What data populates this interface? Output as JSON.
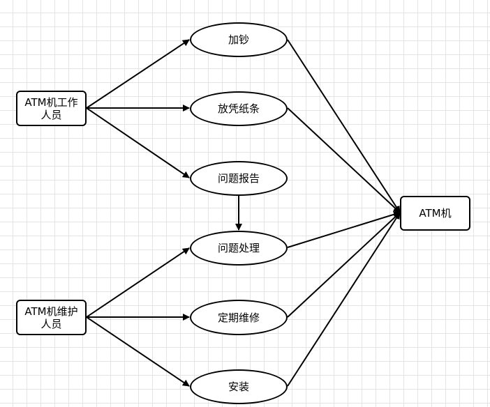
{
  "actors": {
    "atm_staff": "ATM机工作\n人员",
    "atm_maintainer": "ATM机维护\n人员",
    "atm_machine": "ATM机"
  },
  "use_cases": {
    "add_cash": "加钞",
    "place_receipt_paper": "放凭纸条",
    "problem_report": "问题报告",
    "problem_handling": "问题处理",
    "regular_maintenance": "定期维修",
    "install": "安装"
  }
}
